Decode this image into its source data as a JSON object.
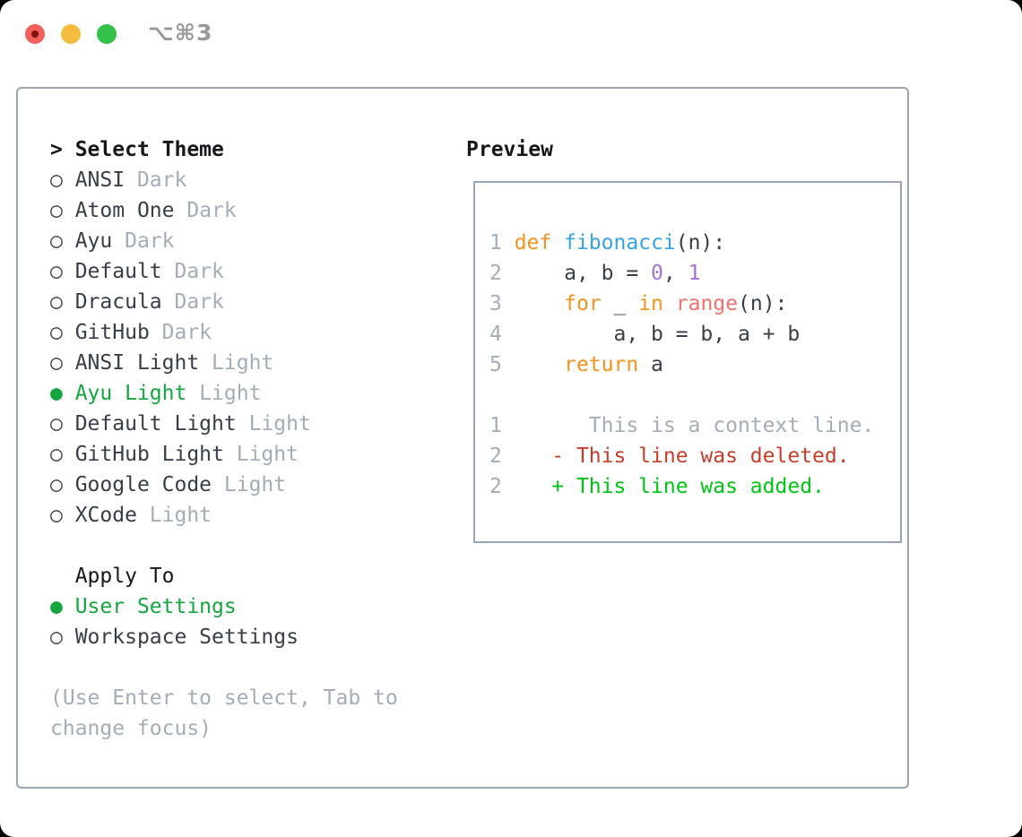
{
  "window": {
    "shortcut": "⌥⌘3"
  },
  "colors": {
    "text_black": "#14171c",
    "text_dark": "#373e49",
    "text_gray": "#a3adb8",
    "select_green": "#15a63f",
    "added_green": "#00c414",
    "deleted_red": "#c63d2a",
    "keyword_orange": "#f6921e",
    "function_blue": "#35a1e6",
    "number_purple": "#a372cc",
    "builtin_coral": "#f2716b",
    "border_gray": "#9aa5b1",
    "traffic_red": "#f2605c",
    "traffic_yellow": "#f5bd40",
    "traffic_green": "#33c14b"
  },
  "theme_picker": {
    "header": {
      "prefix": ">",
      "label": "Select Theme"
    },
    "bullet_selected": "●",
    "bullet_unselected": "○",
    "items": [
      {
        "name": "ANSI",
        "variant": "Dark",
        "selected": false
      },
      {
        "name": "Atom One",
        "variant": "Dark",
        "selected": false
      },
      {
        "name": "Ayu",
        "variant": "Dark",
        "selected": false
      },
      {
        "name": "Default",
        "variant": "Dark",
        "selected": false
      },
      {
        "name": "Dracula",
        "variant": "Dark",
        "selected": false
      },
      {
        "name": "GitHub",
        "variant": "Dark",
        "selected": false
      },
      {
        "name": "ANSI Light",
        "variant": "Light",
        "selected": false
      },
      {
        "name": "Ayu Light",
        "variant": "Light",
        "selected": true
      },
      {
        "name": "Default Light",
        "variant": "Light",
        "selected": false
      },
      {
        "name": "GitHub Light",
        "variant": "Light",
        "selected": false
      },
      {
        "name": "Google Code",
        "variant": "Light",
        "selected": false
      },
      {
        "name": "XCode",
        "variant": "Light",
        "selected": false
      }
    ]
  },
  "apply_to": {
    "label": "Apply To",
    "options": [
      {
        "label": "User Settings",
        "selected": true
      },
      {
        "label": "Workspace Settings",
        "selected": false
      }
    ]
  },
  "footer_hint": [
    "(Use Enter to select, Tab to",
    "change focus)"
  ],
  "preview": {
    "label": "Preview",
    "lines": [
      [
        {
          "t": "1 ",
          "c": "text_gray"
        },
        {
          "t": "def ",
          "c": "keyword_orange"
        },
        {
          "t": "fibonacci",
          "c": "function_blue"
        },
        {
          "t": "(n):",
          "c": "text_dark"
        }
      ],
      [
        {
          "t": "2 ",
          "c": "text_gray"
        },
        {
          "t": "    a, b = ",
          "c": "text_dark"
        },
        {
          "t": "0",
          "c": "number_purple"
        },
        {
          "t": ", ",
          "c": "text_dark"
        },
        {
          "t": "1",
          "c": "number_purple"
        }
      ],
      [
        {
          "t": "3 ",
          "c": "text_gray"
        },
        {
          "t": "    ",
          "c": "text_dark"
        },
        {
          "t": "for",
          "c": "keyword_orange"
        },
        {
          "t": " _ ",
          "c": "text_dark"
        },
        {
          "t": "in",
          "c": "keyword_orange"
        },
        {
          "t": " ",
          "c": "text_dark"
        },
        {
          "t": "range",
          "c": "builtin_coral"
        },
        {
          "t": "(n):",
          "c": "text_dark"
        }
      ],
      [
        {
          "t": "4 ",
          "c": "text_gray"
        },
        {
          "t": "        a, b = b, a + b",
          "c": "text_dark"
        }
      ],
      [
        {
          "t": "5 ",
          "c": "text_gray"
        },
        {
          "t": "    ",
          "c": "text_dark"
        },
        {
          "t": "return",
          "c": "keyword_orange"
        },
        {
          "t": " a",
          "c": "text_dark"
        }
      ],
      [],
      [
        {
          "t": "1       This is a context line.",
          "c": "text_gray"
        }
      ],
      [
        {
          "t": "2",
          "c": "text_gray"
        },
        {
          "t": "    ",
          "c": "text_dark"
        },
        {
          "t": "- This line was deleted.",
          "c": "deleted_red"
        }
      ],
      [
        {
          "t": "2",
          "c": "text_gray"
        },
        {
          "t": "    ",
          "c": "text_dark"
        },
        {
          "t": "+ This line was added.",
          "c": "added_green"
        }
      ]
    ]
  }
}
